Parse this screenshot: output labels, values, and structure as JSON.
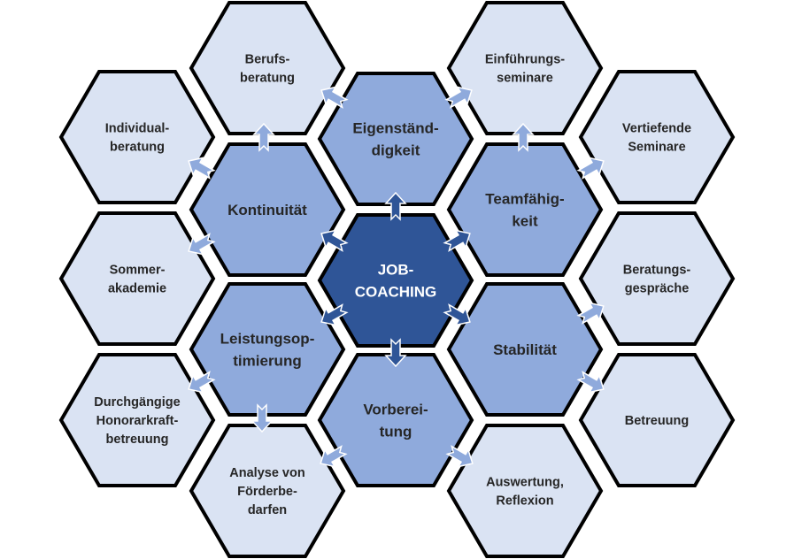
{
  "center": {
    "lines": [
      "JOB-",
      "COACHING"
    ]
  },
  "inner": [
    {
      "id": "eigenstaendigkeit",
      "lines": [
        "Eigenständ-",
        "digkeit"
      ]
    },
    {
      "id": "teamfaehigkeit",
      "lines": [
        "Teamfähig-",
        "keit"
      ]
    },
    {
      "id": "stabilitaet",
      "lines": [
        "Stabilität"
      ]
    },
    {
      "id": "vorbereitung",
      "lines": [
        "Vorberei-",
        "tung"
      ]
    },
    {
      "id": "leistungsoptimierung",
      "lines": [
        "Leistungsop-",
        "timierung"
      ]
    },
    {
      "id": "kontinuitaet",
      "lines": [
        "Kontinuität"
      ]
    }
  ],
  "outer": [
    {
      "id": "berufsberatung",
      "lines": [
        "Berufs-",
        "beratung"
      ]
    },
    {
      "id": "einfuehrungsseminare",
      "lines": [
        "Einführungs-",
        "seminare"
      ]
    },
    {
      "id": "vertiefende-seminare",
      "lines": [
        "Vertiefende",
        "Seminare"
      ]
    },
    {
      "id": "beratungsgespraeche",
      "lines": [
        "Beratungs-",
        "gespräche"
      ]
    },
    {
      "id": "betreuung",
      "lines": [
        "Betreuung"
      ]
    },
    {
      "id": "auswertung-reflexion",
      "lines": [
        "Auswertung,",
        "Reflexion"
      ]
    },
    {
      "id": "analyse-foerderbedarfe",
      "lines": [
        "Analyse von",
        "Förderbe-",
        "darfen"
      ]
    },
    {
      "id": "honorarkraftbetreuung",
      "lines": [
        "Durchgängige",
        "Honorarkraft-",
        "betreuung"
      ]
    },
    {
      "id": "sommerakademie",
      "lines": [
        "Sommer-",
        "akademie"
      ]
    },
    {
      "id": "individualberatung",
      "lines": [
        "Individual-",
        "beratung"
      ]
    }
  ],
  "colors": {
    "outer": "#dae3f3",
    "inner": "#8faadc",
    "center": "#2f5597",
    "text": "#262626",
    "center_text": "#ffffff"
  }
}
